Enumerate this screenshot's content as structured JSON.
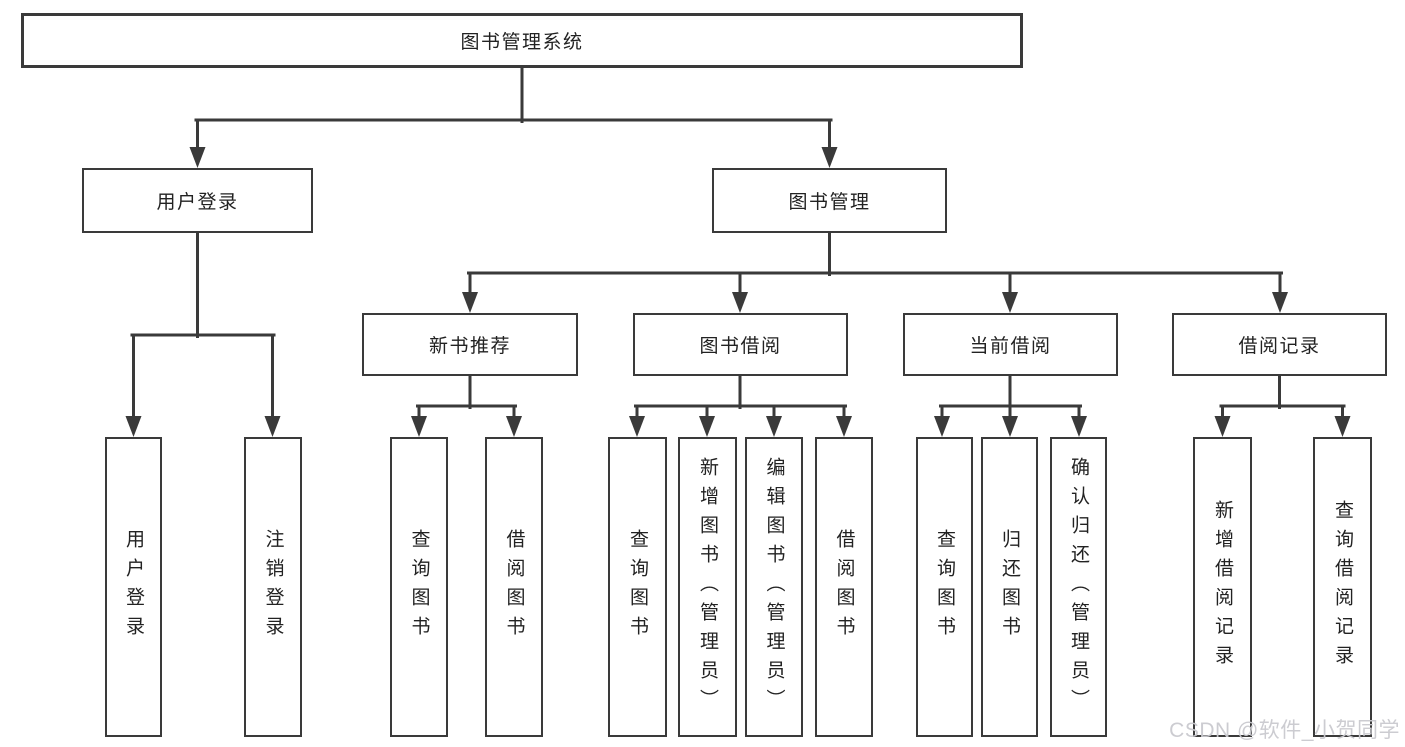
{
  "diagram": {
    "root": {
      "label": "图书管理系统"
    },
    "branches": {
      "user_login": {
        "label": "用户登录",
        "children": [
          {
            "label": "用户登录"
          },
          {
            "label": "注销登录"
          }
        ]
      },
      "book_mgmt": {
        "label": "图书管理",
        "children": [
          {
            "label": "新书推荐",
            "children": [
              {
                "label": "查询图书"
              },
              {
                "label": "借阅图书"
              }
            ]
          },
          {
            "label": "图书借阅",
            "children": [
              {
                "label": "查询图书"
              },
              {
                "label": "新增图书（管理员）"
              },
              {
                "label": "编辑图书（管理员）"
              },
              {
                "label": "借阅图书"
              }
            ]
          },
          {
            "label": "当前借阅",
            "children": [
              {
                "label": "查询图书"
              },
              {
                "label": "归还图书"
              },
              {
                "label": "确认归还（管理员）"
              }
            ]
          },
          {
            "label": "借阅记录",
            "children": [
              {
                "label": "新增借阅记录"
              },
              {
                "label": "查询借阅记录"
              }
            ]
          }
        ]
      }
    }
  },
  "watermark": {
    "text": "CSDN @软件_小贺同学"
  },
  "colors": {
    "line": "#3a3a3a",
    "text": "#222222",
    "watermark": "#c9c9cf",
    "background": "#ffffff"
  }
}
